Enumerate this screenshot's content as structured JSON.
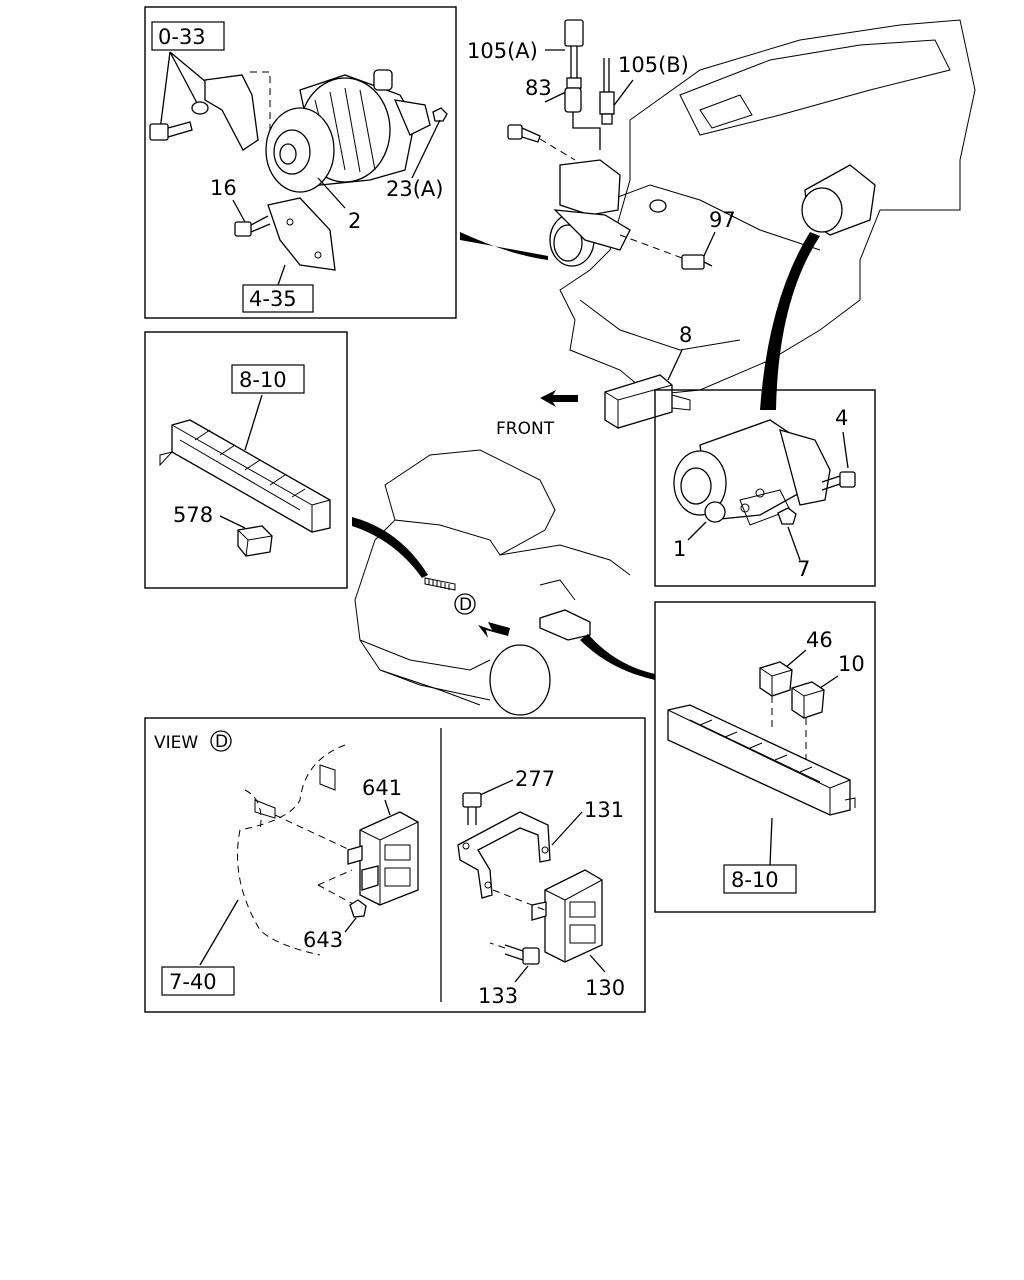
{
  "labels": {
    "ref_0_33": "0-33",
    "ref_4_35": "4-35",
    "ref_8_10_a": "8-10",
    "ref_8_10_b": "8-10",
    "ref_7_40": "7-40",
    "p105a": "105(A)",
    "p105b": "105(B)",
    "p83": "83",
    "p97": "97",
    "p16": "16",
    "p2": "2",
    "p23a": "23(A)",
    "p8": "8",
    "front": "FRONT",
    "p4": "4",
    "p1": "1",
    "p7": "7",
    "p578": "578",
    "view_d": "VIEW",
    "d_marker": "D",
    "d_marker2": "D",
    "p641": "641",
    "p643": "643",
    "p277": "277",
    "p131": "131",
    "p133": "133",
    "p130": "130",
    "p46": "46",
    "p10": "10"
  }
}
